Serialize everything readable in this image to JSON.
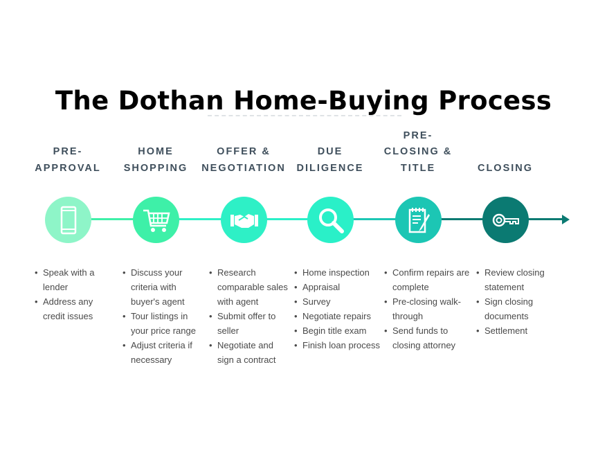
{
  "title": "The Dothan Home-Buying Process",
  "colors": [
    "#8ef5c8",
    "#3ef0a8",
    "#2ef0c6",
    "#2af0c8",
    "#1cc6b4",
    "#0b7a72"
  ],
  "stages": [
    {
      "label_lines": [
        "PRE-",
        "APPROVAL"
      ],
      "icon": "smartphone-icon",
      "bullets": [
        "Speak with a lender",
        "Address any credit issues"
      ]
    },
    {
      "label_lines": [
        "HOME",
        "SHOPPING"
      ],
      "icon": "shopping-cart-icon",
      "bullets": [
        "Discuss your criteria with buyer's agent",
        "Tour listings in your price range",
        "Adjust criteria if necessary"
      ]
    },
    {
      "label_lines": [
        "OFFER &",
        "NEGOTIATION"
      ],
      "icon": "handshake-icon",
      "bullets": [
        "Research comparable sales with agent",
        "Submit offer to seller",
        "Negotiate and sign a contract"
      ]
    },
    {
      "label_lines": [
        "DUE",
        "DILIGENCE"
      ],
      "icon": "magnifying-glass-icon",
      "bullets": [
        "Home inspection",
        "Appraisal",
        "Survey",
        "Negotiate repairs",
        "Begin title exam",
        "Finish loan process"
      ]
    },
    {
      "label_lines": [
        "PRE-",
        "CLOSING &",
        "TITLE"
      ],
      "icon": "notepad-pencil-icon",
      "bullets": [
        "Confirm repairs are complete",
        "Pre-closing walk-through",
        "Send funds to closing attorney"
      ]
    },
    {
      "label_lines": [
        "CLOSING"
      ],
      "icon": "key-icon",
      "bullets": [
        "Review closing statement",
        "Sign closing documents",
        "Settlement"
      ]
    }
  ]
}
